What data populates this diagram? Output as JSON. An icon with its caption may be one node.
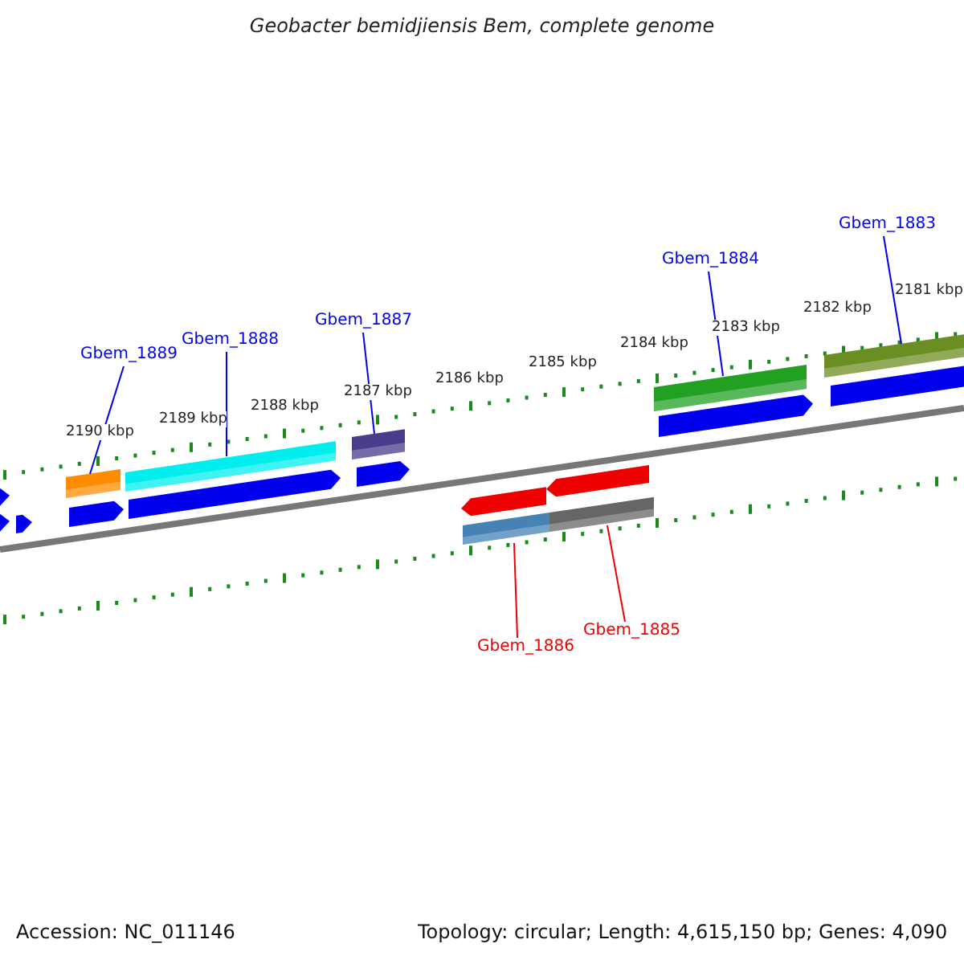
{
  "diagram": {
    "title": "Geobacter bemidjiensis Bem, complete genome",
    "nodes": [
      {
        "text": [
          "Gbem_1889"
        ]
      },
      {
        "text": [],
        "shape": "bar"
      },
      {
        "text": [
          "Gbem_1888"
        ]
      },
      {
        "text": [],
        "shape": "bar"
      },
      {
        "text": [
          "Gbem_1887"
        ]
      },
      {
        "text": [],
        "shape": "bar"
      },
      {
        "text": [
          "Gbem_1884"
        ]
      },
      {
        "text": [],
        "shape": "bar"
      },
      {
        "text": [
          "Gbem_1883"
        ]
      },
      {
        "text": [],
        "shape": "bar"
      },
      {
        "text": [
          "Gbem_1886"
        ]
      },
      {
        "text": [],
        "shape": "bar"
      },
      {
        "text": [
          "Gbem_1885"
        ]
      },
      {
        "text": [],
        "shape": "bar"
      },
      {
        "text": [],
        "shape": "arrow"
      },
      {
        "text": [],
        "shape": "arrow"
      },
      {
        "text": [],
        "shape": "arrow"
      },
      {
        "text": [],
        "shape": "arrow"
      },
      {
        "text": [],
        "shape": "arrow"
      },
      {
        "text": [],
        "shape": "arrow"
      },
      {
        "text": [],
        "shape": "arrow"
      },
      {
        "text": [],
        "shape": "arrow"
      },
      {
        "text": [],
        "shape": "arrow"
      },
      {
        "text": [],
        "shape": "arrow"
      }
    ],
    "edges": [
      {
        "from": 0,
        "to": 1,
        "arrow": "none"
      },
      {
        "from": 2,
        "to": 3,
        "arrow": "none"
      },
      {
        "from": 4,
        "to": 5,
        "arrow": "none"
      },
      {
        "from": 6,
        "to": 7,
        "arrow": "none"
      },
      {
        "from": 8,
        "to": 9,
        "arrow": "none"
      },
      {
        "from": 10,
        "to": 11,
        "arrow": "none",
        "color": "#ee0000"
      },
      {
        "from": 12,
        "to": 13,
        "arrow": "none",
        "color": "#ee0000"
      }
    ],
    "labels": [
      "2181 kbp",
      "2182 kbp",
      "2183 kbp",
      "2184 kbp",
      "2185 kbp",
      "2186 kbp",
      "2187 kbp",
      "2188 kbp",
      "2189 kbp",
      "2190 kbp",
      "Accession: NC_011146",
      "Topology: circular; Length: 4,615,150 bp; Genes: 4,090"
    ]
  }
}
